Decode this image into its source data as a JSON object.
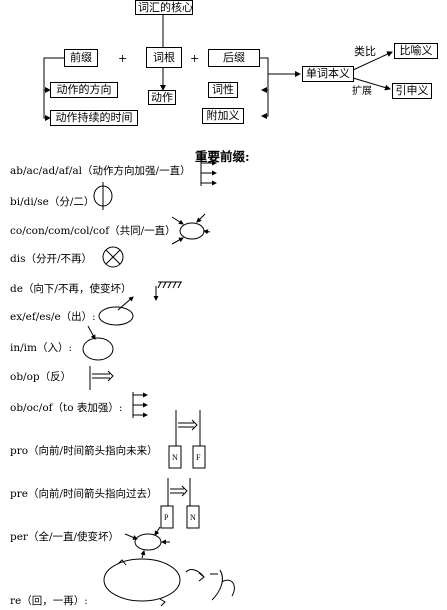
{
  "concept_map": {
    "core": "词汇的核心",
    "prefix": "前缀",
    "root": "词根",
    "suffix": "后缀",
    "plus1": "+",
    "plus2": "+",
    "direction": "动作的方向",
    "duration": "动作持续的时间",
    "action": "动作",
    "part_of_speech": "词性",
    "additional": "附加义",
    "literal": "单词本义",
    "analogy_label": "类比",
    "extend_label": "扩展",
    "metaphor": "比喻义",
    "extended": "引申义"
  },
  "section_title": "重要前缀:",
  "prefixes": [
    {
      "forms": "ab/ac/ad/af/al",
      "meaning": "（动作方向加强/一直）"
    },
    {
      "forms": "bi/di/se",
      "meaning": "（分/二）"
    },
    {
      "forms": "co/con/com/col/cof",
      "meaning": "（共同/一直）"
    },
    {
      "forms": "dis",
      "meaning": "（分开/不再）"
    },
    {
      "forms": "de",
      "meaning": "（向下/不再，使变坏）"
    },
    {
      "forms": "ex/ef/es/e",
      "meaning": "（出）:"
    },
    {
      "forms": "in/im",
      "meaning": "（入）:"
    },
    {
      "forms": "ob/op",
      "meaning": "（反）"
    },
    {
      "forms": "ob/oc/of",
      "meaning": "（to 表加强）:"
    },
    {
      "forms": "pro",
      "meaning": "（向前/时间箭头指向未来）"
    },
    {
      "forms": "pre",
      "meaning": "（向前/时间箭头指向过去）"
    },
    {
      "forms": "per",
      "meaning": "（全/一直/使变坏）"
    },
    {
      "forms": "re",
      "meaning": "（回，一再）:"
    }
  ],
  "glyph_letters": {
    "n": "N",
    "f": "F",
    "p": "P"
  }
}
